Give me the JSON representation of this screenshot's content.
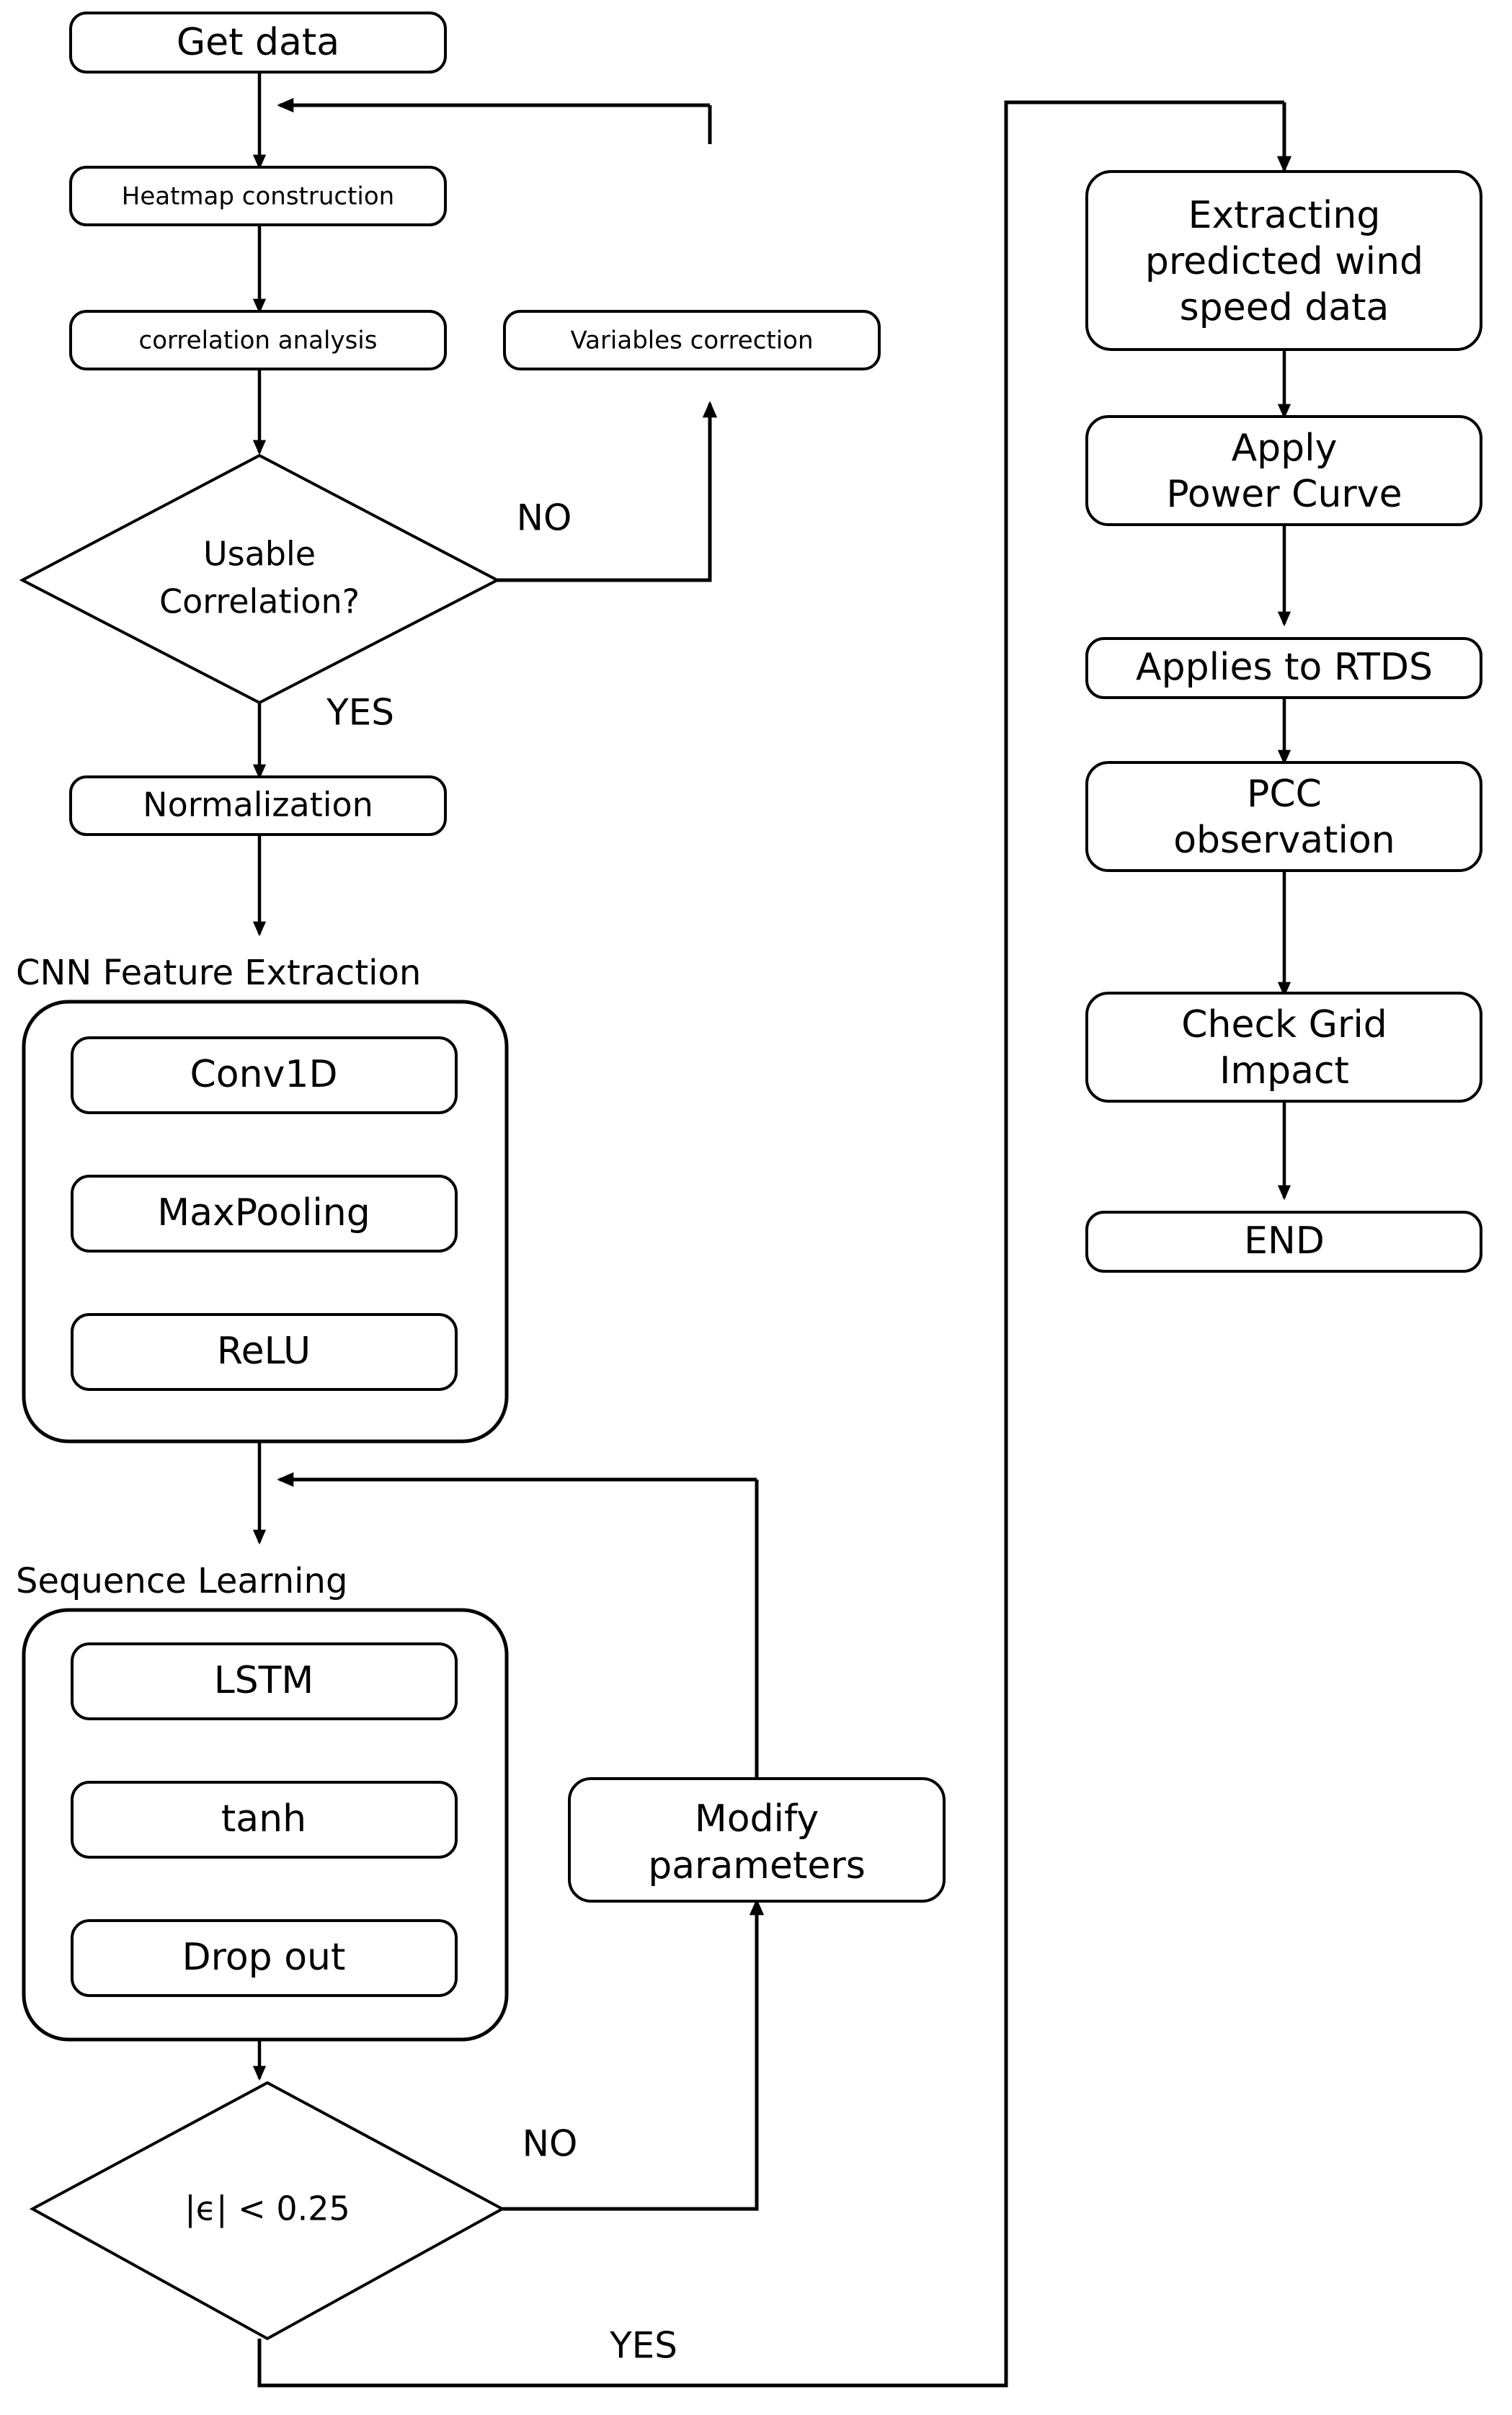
{
  "diagram": {
    "kind": "flowchart",
    "title": "",
    "stroke_color": "#000000",
    "fill_color": "#ffffff",
    "background": "#ffffff"
  },
  "left_column": {
    "get_data": "Get data",
    "heatmap_construction": "Heatmap construction",
    "correlation_analysis": "correlation analysis",
    "variables_correction": "Variables correction",
    "usable_correlation_line1": "Usable",
    "usable_correlation_line2": "Correlation?",
    "usable_no_label": "NO",
    "usable_yes_label": "YES",
    "normalization": "Normalization",
    "cnn_group_title": "CNN Feature Extraction",
    "cnn_blocks": [
      "Conv1D",
      "MaxPooling",
      "ReLU"
    ],
    "sequence_group_title": "Sequence Learning",
    "sequence_blocks": [
      "LSTM",
      "tanh",
      "Drop out"
    ],
    "modify_parameters_line1": "Modify",
    "modify_parameters_line2": "parameters",
    "error_check": "|ϵ| < 0.25",
    "error_no_label": "NO",
    "error_yes_label": "YES"
  },
  "right_column": {
    "extracting_line1": "Extracting",
    "extracting_line2": "predicted wind",
    "extracting_line3": "speed data",
    "apply_power_curve_line1": "Apply",
    "apply_power_curve_line2": "Power Curve",
    "applies_to_rtds": "Applies to RTDS",
    "pcc_observation_line1": "PCC",
    "pcc_observation_line2": "observation",
    "check_grid_impact_line1": "Check Grid",
    "check_grid_impact_line2": "Impact",
    "end": "END"
  },
  "chart_data": {
    "type": "table",
    "title": "CNN-LSTM wind power forecasting workflow",
    "nodes": [
      {
        "id": "get_data",
        "label": "Get data",
        "shape": "rounded-rect",
        "column": "left"
      },
      {
        "id": "heatmap",
        "label": "Heatmap construction",
        "shape": "rounded-rect",
        "column": "left"
      },
      {
        "id": "correlation",
        "label": "correlation analysis",
        "shape": "rounded-rect",
        "column": "left"
      },
      {
        "id": "variables_correction",
        "label": "Variables correction",
        "shape": "rounded-rect",
        "column": "left"
      },
      {
        "id": "usable_correlation",
        "label": "Usable Correlation?",
        "shape": "diamond",
        "column": "left"
      },
      {
        "id": "normalization",
        "label": "Normalization",
        "shape": "rounded-rect",
        "column": "left"
      },
      {
        "id": "cnn_group",
        "label": "CNN Feature Extraction",
        "shape": "group",
        "column": "left"
      },
      {
        "id": "conv1d",
        "label": "Conv1D",
        "shape": "rounded-rect",
        "column": "left"
      },
      {
        "id": "maxpooling",
        "label": "MaxPooling",
        "shape": "rounded-rect",
        "column": "left"
      },
      {
        "id": "relu",
        "label": "ReLU",
        "shape": "rounded-rect",
        "column": "left"
      },
      {
        "id": "seq_group",
        "label": "Sequence Learning",
        "shape": "group",
        "column": "left"
      },
      {
        "id": "lstm",
        "label": "LSTM",
        "shape": "rounded-rect",
        "column": "left"
      },
      {
        "id": "tanh",
        "label": "tanh",
        "shape": "rounded-rect",
        "column": "left"
      },
      {
        "id": "dropout",
        "label": "Drop out",
        "shape": "rounded-rect",
        "column": "left"
      },
      {
        "id": "modify_parameters",
        "label": "Modify parameters",
        "shape": "rounded-rect",
        "column": "left"
      },
      {
        "id": "error_check",
        "label": "|ϵ| < 0.25",
        "shape": "diamond",
        "column": "left"
      },
      {
        "id": "extracting",
        "label": "Extracting predicted wind speed data",
        "shape": "rounded-rect",
        "column": "right"
      },
      {
        "id": "power_curve",
        "label": "Apply Power Curve",
        "shape": "rounded-rect",
        "column": "right"
      },
      {
        "id": "rtds",
        "label": "Applies to RTDS",
        "shape": "rounded-rect",
        "column": "right"
      },
      {
        "id": "pcc",
        "label": "PCC observation",
        "shape": "rounded-rect",
        "column": "right"
      },
      {
        "id": "grid_impact",
        "label": "Check Grid Impact",
        "shape": "rounded-rect",
        "column": "right"
      },
      {
        "id": "end",
        "label": "END",
        "shape": "rounded-rect",
        "column": "right"
      }
    ],
    "edges": [
      {
        "from": "get_data",
        "to": "heatmap",
        "label": ""
      },
      {
        "from": "heatmap",
        "to": "correlation",
        "label": ""
      },
      {
        "from": "correlation",
        "to": "usable_correlation",
        "label": ""
      },
      {
        "from": "usable_correlation",
        "to": "variables_correction",
        "label": "NO"
      },
      {
        "from": "variables_correction",
        "to": "get_data",
        "label": ""
      },
      {
        "from": "usable_correlation",
        "to": "normalization",
        "label": "YES"
      },
      {
        "from": "normalization",
        "to": "cnn_group",
        "label": ""
      },
      {
        "from": "conv1d",
        "to": "maxpooling",
        "label": ""
      },
      {
        "from": "maxpooling",
        "to": "relu",
        "label": ""
      },
      {
        "from": "cnn_group",
        "to": "seq_group",
        "label": ""
      },
      {
        "from": "lstm",
        "to": "tanh",
        "label": ""
      },
      {
        "from": "tanh",
        "to": "dropout",
        "label": ""
      },
      {
        "from": "seq_group",
        "to": "error_check",
        "label": ""
      },
      {
        "from": "error_check",
        "to": "modify_parameters",
        "label": "NO"
      },
      {
        "from": "modify_parameters",
        "to": "seq_group",
        "label": ""
      },
      {
        "from": "error_check",
        "to": "extracting",
        "label": "YES"
      },
      {
        "from": "extracting",
        "to": "power_curve",
        "label": ""
      },
      {
        "from": "power_curve",
        "to": "rtds",
        "label": ""
      },
      {
        "from": "rtds",
        "to": "pcc",
        "label": ""
      },
      {
        "from": "pcc",
        "to": "grid_impact",
        "label": ""
      },
      {
        "from": "grid_impact",
        "to": "end",
        "label": ""
      }
    ]
  }
}
